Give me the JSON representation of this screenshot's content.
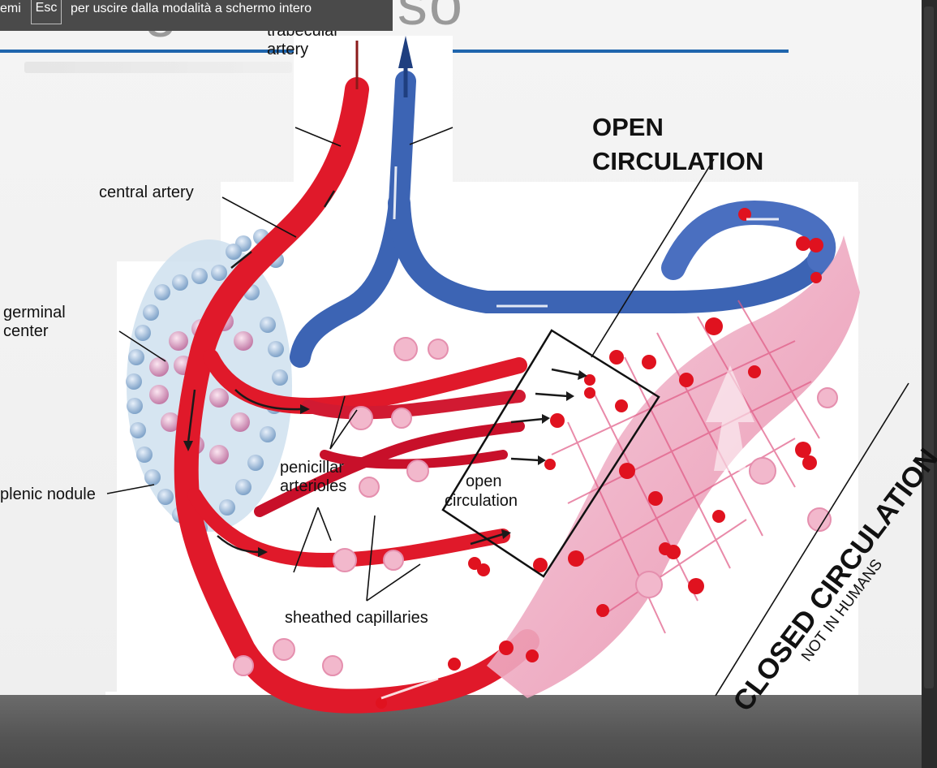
{
  "toast": {
    "prefix": "emi",
    "key": "Esc",
    "message": "per uscire dalla modalità a schermo intero"
  },
  "slide": {
    "title_fragment": "Sangue Chiuso"
  },
  "labels": {
    "trabecular_artery": [
      "trabecular",
      "artery"
    ],
    "central_artery": "central artery",
    "germinal_center": [
      "germinal",
      "center"
    ],
    "splenic_nodule": "plenic nodule",
    "penicillar_arterioles": [
      "penicillar",
      "arterioles"
    ],
    "open_circulation_small": [
      "open",
      "circulation"
    ],
    "sheathed_capillaries": "sheathed capillaries",
    "open_circulation_title": [
      "OPEN",
      "CIRCULATION"
    ],
    "closed_circulation_title": "CLOSED CIRCULATION",
    "closed_circulation_sub": "NOT IN HUMANS"
  },
  "colors": {
    "artery": "#e0192a",
    "vein": "#3c64b4",
    "title_rule": "#1f65ad",
    "germinal": "#d9a9c8",
    "nodule_cells": "#a9c3dc"
  }
}
